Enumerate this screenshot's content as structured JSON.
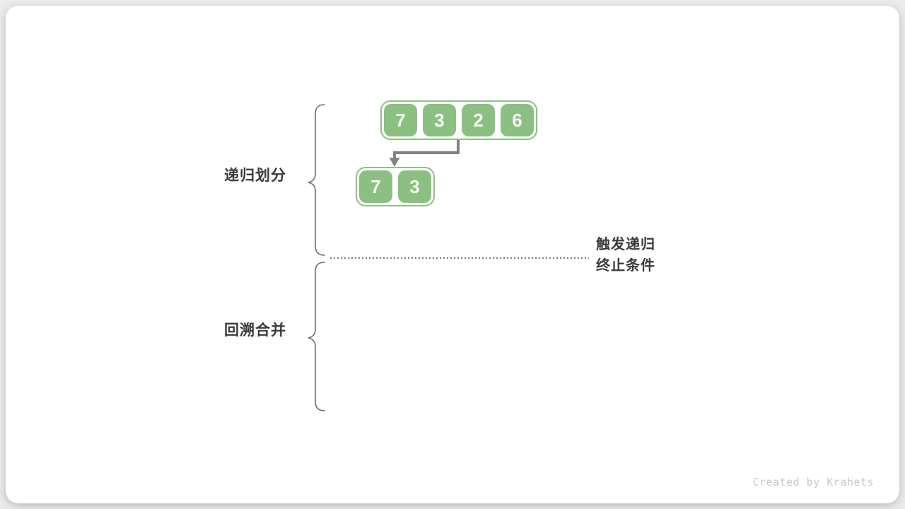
{
  "diagram": {
    "topic": "merge-sort-recursion",
    "phases": [
      {
        "label": "递归划分"
      },
      {
        "label": "回溯合并"
      }
    ],
    "arrays": {
      "level1": [
        "7",
        "3",
        "2",
        "6"
      ],
      "level2": [
        "7",
        "3"
      ]
    },
    "condition": {
      "line1": "触发递归",
      "line2": "终止条件"
    },
    "watermark": "Created by Krahets"
  },
  "colors": {
    "background": "#ebebeb",
    "card": "#ffffff",
    "cell_green": "#8CC082",
    "cell_text": "#F7FAF5",
    "arrow_gray": "#838383",
    "brace_gray": "#6f6f6f",
    "label_dark": "#3a3a3a",
    "dotted_gray": "#767676",
    "watermark_gray": "#c8c8c8"
  }
}
